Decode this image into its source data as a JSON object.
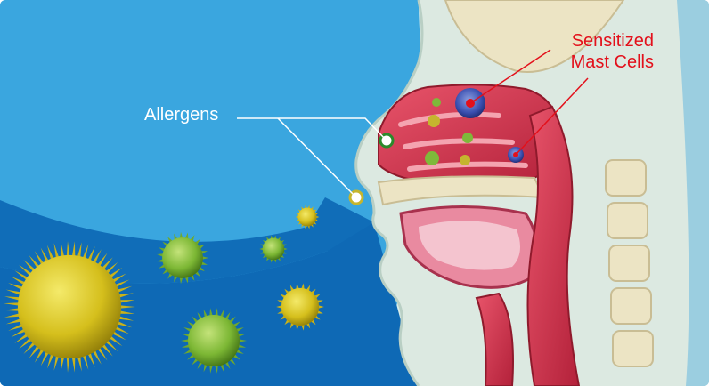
{
  "labels": {
    "allergens": "Allergens",
    "mast_cells_line1": "Sensitized",
    "mast_cells_line2": "Mast Cells"
  },
  "colors": {
    "sky_blue": "#3aa6df",
    "arrow_blue": "#0e69b5",
    "head_fill": "#d9ece8",
    "tissue_red": "#d32f47",
    "label_white": "#ffffff",
    "label_red": "#e3101b",
    "pollen_yellow": "#d7c21e",
    "pollen_green": "#7fb93a"
  },
  "icons": [
    "pollen-large-icon",
    "pollen-small-icon",
    "mast-cell-icon"
  ]
}
